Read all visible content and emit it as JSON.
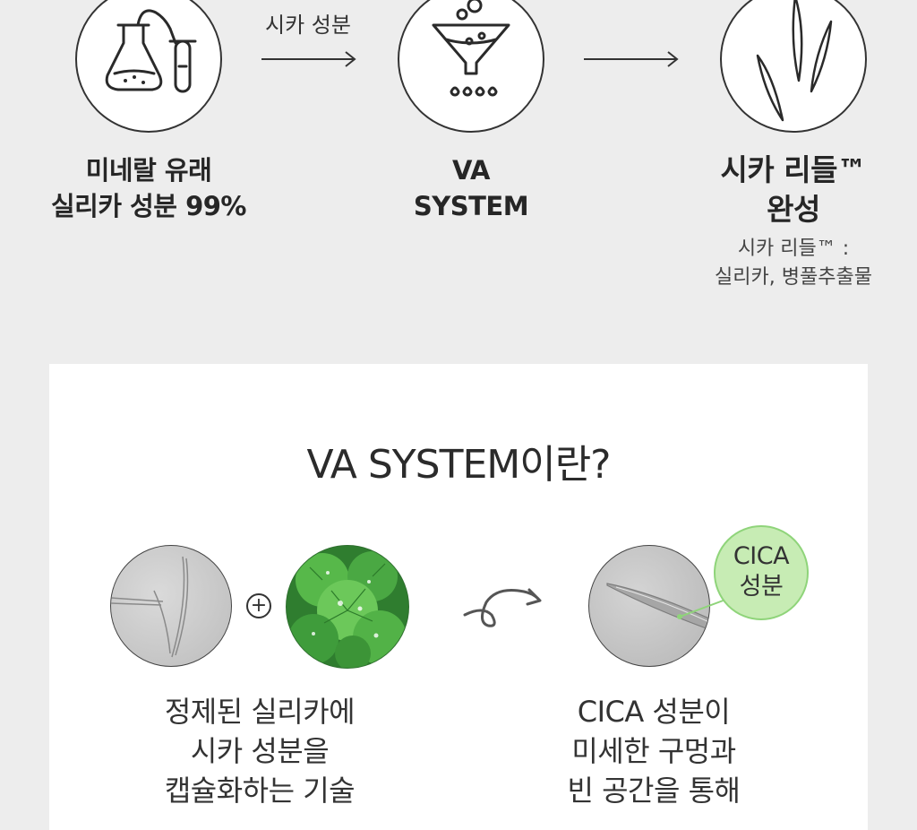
{
  "flow": {
    "arrow1_label": "시카 성분",
    "step1": {
      "line1": "미네랄 유래",
      "line2": "실리카 성분 99%",
      "icon": "lab-flask-icon"
    },
    "step2": {
      "line1": "VA",
      "line2": "SYSTEM",
      "icon": "filter-funnel-icon"
    },
    "step3": {
      "line1": "시카 리들™",
      "line2": "완성",
      "note1": "시카 리들™ :",
      "note2": "실리카, 병풀추출물",
      "icon": "needle-spicule-icon"
    }
  },
  "section": {
    "title": "VA SYSTEM이란?",
    "badge": {
      "line1": "CICA",
      "line2": "성분"
    },
    "plus_symbol": "+",
    "left_desc": [
      "정제된 실리카에",
      "시카 성분을",
      "캡슐화하는 기술"
    ],
    "right_desc": [
      "CICA 성분이",
      "미세한 구멍과",
      "빈 공간을 통해"
    ]
  },
  "colors": {
    "background": "#ededed",
    "card": "#ffffff",
    "badge": "#c7ecb4",
    "badge_border": "#8fd47a",
    "leaf_green": "#3aa33a"
  }
}
